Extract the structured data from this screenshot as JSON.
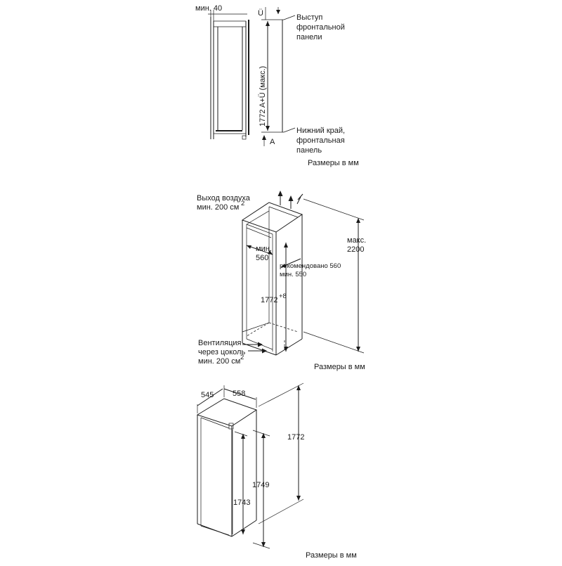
{
  "diagram1": {
    "min40": "мин. 40",
    "u_label": "Ü",
    "front_label_1": "Выступ",
    "front_label_2": "фронтальной",
    "front_label_3": "панели",
    "height_label": "1772 A+Ü (макс.)",
    "a_label": "A",
    "bottom_label_1": "Нижний край,",
    "bottom_label_2": "фронтальная",
    "bottom_label_3": "панель",
    "units": "Размеры в мм"
  },
  "diagram2": {
    "air_out_1": "Выход воздуха",
    "air_out_2": "мин. 200 см",
    "air_out_sup": "2",
    "max_1": "макс.",
    "max_2": "2200",
    "min560_1": "мин.",
    "min560_2": "560",
    "rec_1": "рекомендовано 560",
    "rec_2": "мин. 550",
    "h1772": "1772",
    "h1772_sup": "+8",
    "vent_1": "Вентиляция",
    "vent_2": "через цоколь",
    "vent_3": "мин. 200 см",
    "vent_sup": "2",
    "units": "Размеры в мм"
  },
  "diagram3": {
    "w545": "545",
    "w558": "558",
    "h1772": "1772",
    "h1749": "1749",
    "h1743": "1743",
    "units": "Размеры в мм"
  }
}
